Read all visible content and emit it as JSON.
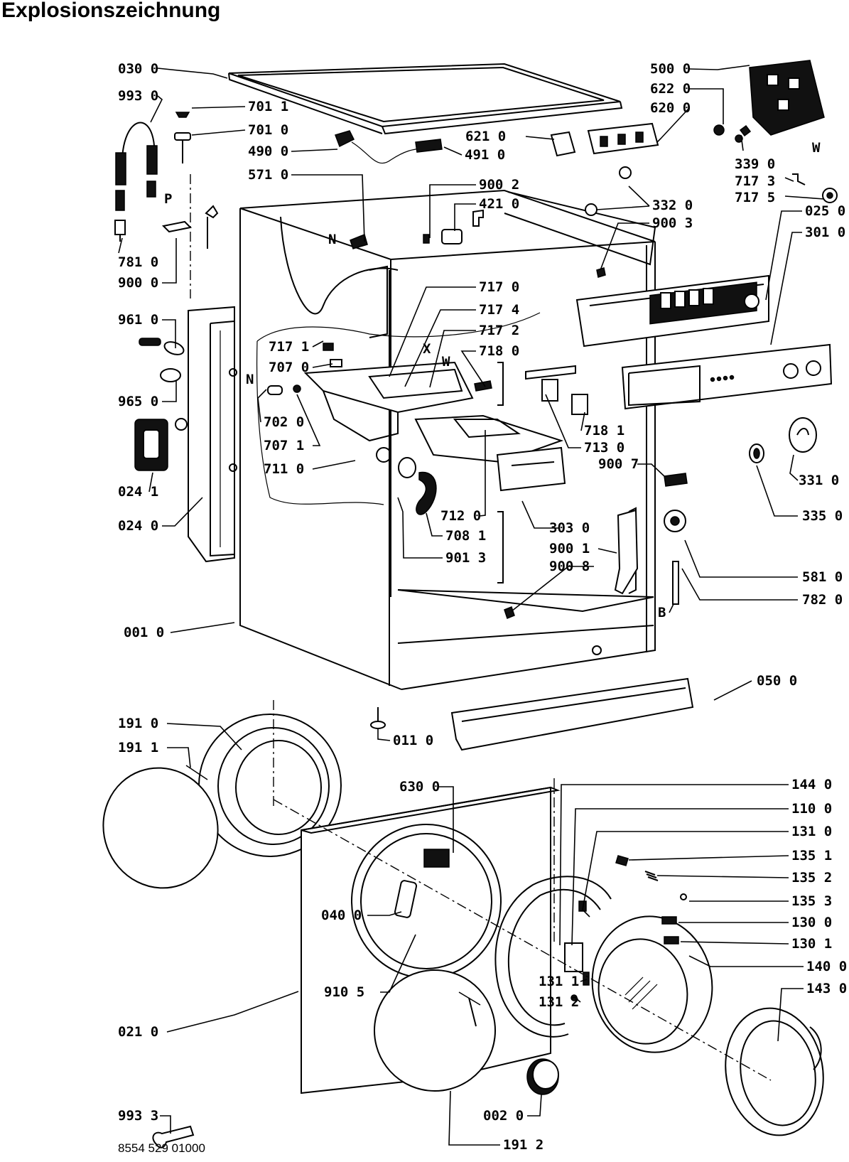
{
  "title": "Explosionszeichnung",
  "footer": "8554 529 01000",
  "callouts": {
    "c030_0": "030 0",
    "c993_0": "993 0",
    "c701_1": "701 1",
    "c701_0": "701 0",
    "c490_0": "490 0",
    "c571_0": "571 0",
    "c781_0": "781 0",
    "c900_0": "900 0",
    "c961_0": "961 0",
    "c965_0": "965 0",
    "c024_1": "024 1",
    "c024_0": "024 0",
    "c001_0": "001 0",
    "c717_1": "717 1",
    "c707_0": "707 0",
    "c702_0": "702 0",
    "c707_1": "707 1",
    "c711_0": "711 0",
    "c717_0": "717 0",
    "c717_4": "717 4",
    "c717_2": "717 2",
    "c718_0": "718 0",
    "c900_2": "900 2",
    "c421_0": "421 0",
    "c491_0": "491 0",
    "c621_0": "621 0",
    "c500_0": "500 0",
    "c622_0": "622 0",
    "c620_0": "620 0",
    "c339_0": "339 0",
    "c717_3": "717 3",
    "c717_5": "717 5",
    "c332_0": "332 0",
    "c900_3": "900 3",
    "c025_0": "025 0",
    "c301_0": "301 0",
    "c718_1": "718 1",
    "c713_0": "713 0",
    "c900_7": "900 7",
    "c331_0": "331 0",
    "c335_0": "335 0",
    "c712_0": "712 0",
    "c708_1": "708 1",
    "c901_3": "901 3",
    "c303_0": "303 0",
    "c900_1": "900 1",
    "c900_8": "900 8",
    "c581_0": "581 0",
    "c782_0": "782 0",
    "c050_0": "050 0",
    "c011_0": "011 0",
    "c191_0": "191 0",
    "c191_1": "191 1",
    "c630_0": "630 0",
    "c144_0": "144 0",
    "c110_0": "110 0",
    "c131_0": "131 0",
    "c135_1": "135 1",
    "c135_2": "135 2",
    "c135_3": "135 3",
    "c130_0": "130 0",
    "c130_1": "130 1",
    "c040_0": "040 0",
    "c140_0": "140 0",
    "c131_1": "131 1",
    "c131_2": "131 2",
    "c143_0": "143 0",
    "c910_5": "910 5",
    "c021_0": "021 0",
    "c993_3": "993 3",
    "c002_0": "002 0",
    "c191_2": "191 2"
  },
  "letters": {
    "p": "P",
    "n1": "N",
    "n2": "N",
    "x": "X",
    "w1": "W",
    "w2": "W",
    "b": "B"
  }
}
